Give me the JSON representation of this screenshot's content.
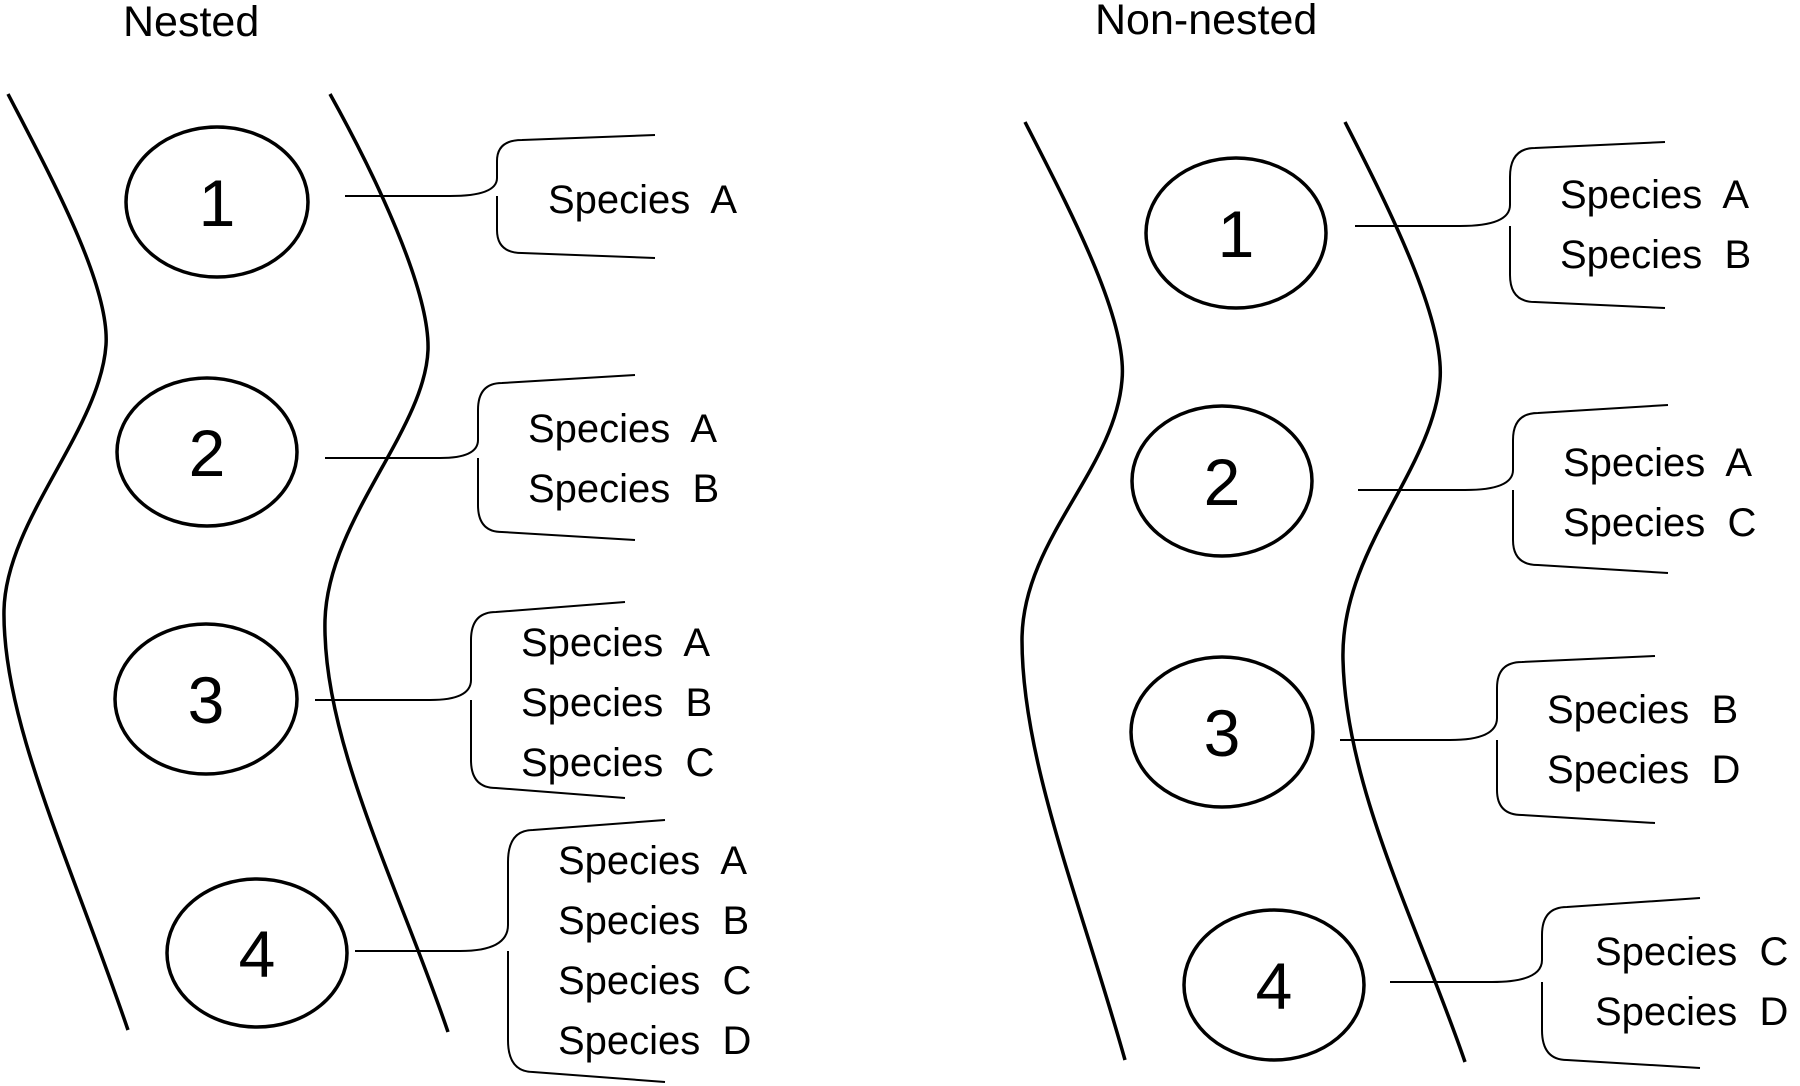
{
  "panels": [
    {
      "title": "Nested",
      "sites": [
        {
          "number": "1",
          "species": [
            "Species  A"
          ]
        },
        {
          "number": "2",
          "species": [
            "Species  A",
            "Species  B"
          ]
        },
        {
          "number": "3",
          "species": [
            "Species  A",
            "Species  B",
            "Species  C"
          ]
        },
        {
          "number": "4",
          "species": [
            "Species  A",
            "Species  B",
            "Species  C",
            "Species  D"
          ]
        }
      ]
    },
    {
      "title": "Non-nested",
      "sites": [
        {
          "number": "1",
          "species": [
            "Species  A",
            "Species  B"
          ]
        },
        {
          "number": "2",
          "species": [
            "Species  A",
            "Species  C"
          ]
        },
        {
          "number": "3",
          "species": [
            "Species  B",
            "Species  D"
          ]
        },
        {
          "number": "4",
          "species": [
            "Species  C",
            "Species  D"
          ]
        }
      ]
    }
  ]
}
